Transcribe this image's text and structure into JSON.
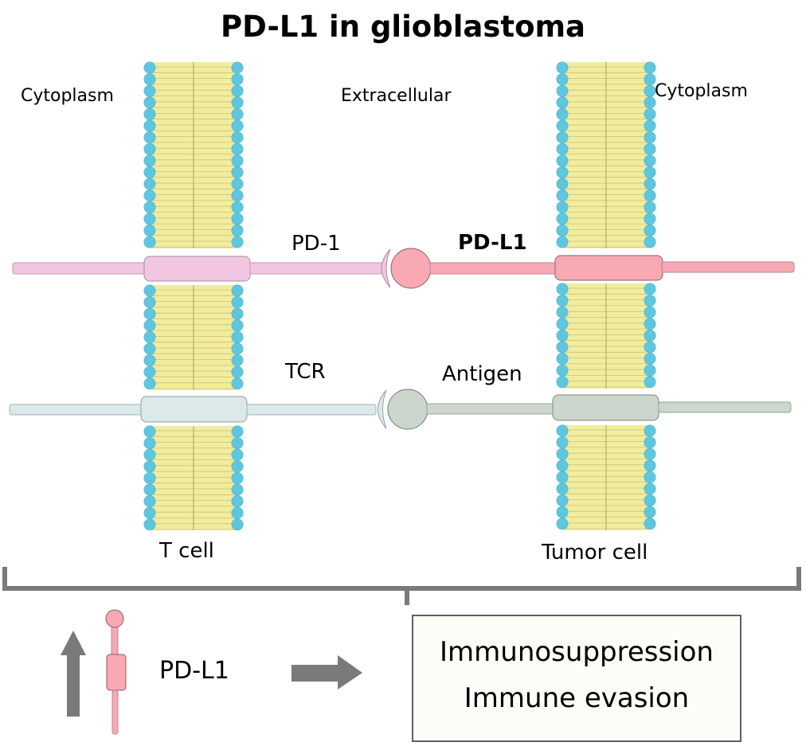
{
  "title": "PD-L1 in glioblastoma",
  "regions": {
    "left": "Cytoplasm",
    "middle": "Extracellular",
    "right": "Cytoplasm"
  },
  "proteins": {
    "pd1": "PD-1",
    "pdl1": "PD-L1",
    "tcr": "TCR",
    "antigen": "Antigen"
  },
  "cells": {
    "left": "T cell",
    "right": "Tumor cell"
  },
  "summary": {
    "marker_label": "PD-L1",
    "marker_direction": "up",
    "outcomes": [
      "Immunosuppression",
      "Immune evasion"
    ]
  },
  "colors": {
    "pd1": "#f2c6e1",
    "pdl1": "#f9a9b4",
    "tcr": "#dce9eb",
    "antigen": "#ccd6cc",
    "lipid_tail": "#f2ec9e",
    "lipid_head": "#5fc6e0",
    "arrow": "#7a7a7a"
  }
}
